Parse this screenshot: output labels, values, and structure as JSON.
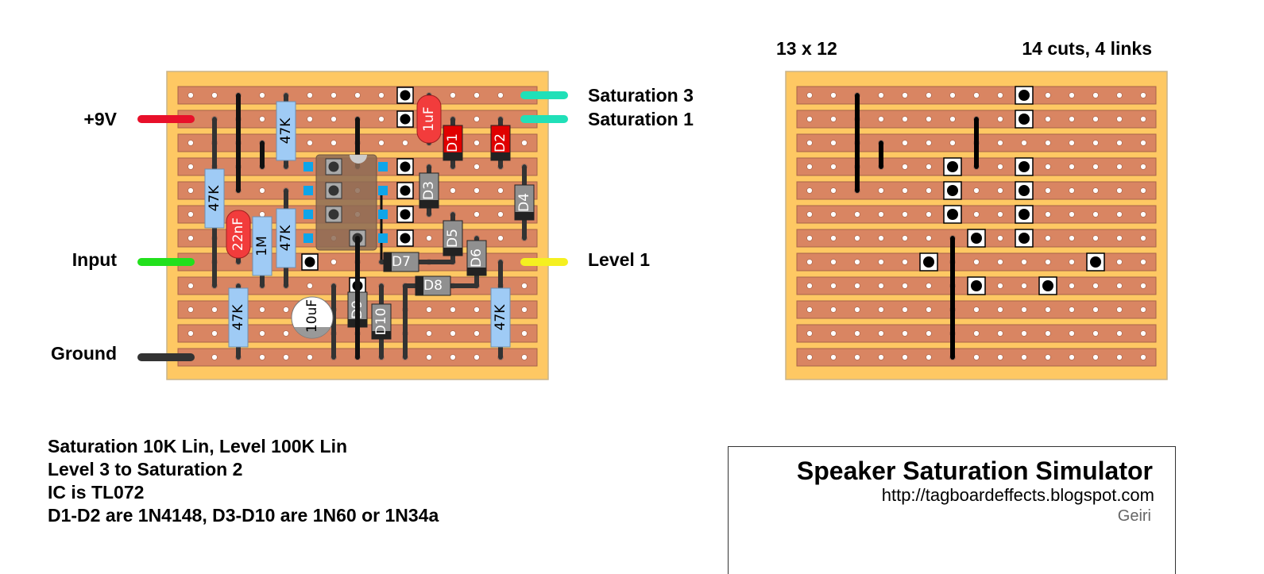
{
  "project": {
    "title": "Speaker Saturation Simulator",
    "url": "http://tagboardeffects.blogspot.com",
    "author": "Geiri"
  },
  "board_info": {
    "size": "13 x 12",
    "cuts_links": "14 cuts, 4 links"
  },
  "wires": {
    "left": [
      {
        "label": "+9V",
        "color": "#e8102a"
      },
      {
        "label": "Input",
        "color": "#22e01c"
      },
      {
        "label": "Ground",
        "color": "#333333"
      }
    ],
    "right": [
      {
        "label": "Saturation 3",
        "color": "#20e0b8"
      },
      {
        "label": "Saturation 1",
        "color": "#20e0b8"
      },
      {
        "label": "Level 1",
        "color": "#f5f020"
      }
    ]
  },
  "components": {
    "resistors": [
      "47K",
      "47K",
      "47K",
      "47K",
      "1M",
      "47K"
    ],
    "capacitors": [
      "1uF",
      "22nF",
      "10uF"
    ],
    "diodes": [
      "D1",
      "D2",
      "D3",
      "D4",
      "D5",
      "D6",
      "D7",
      "D8",
      "D9",
      "D10"
    ],
    "ic": "TL072"
  },
  "notes": [
    "Saturation 10K Lin, Level 100K Lin",
    "Level 3 to Saturation 2",
    "IC is TL072",
    "D1-D2 are 1N4148, D3-D10 are 1N60 or 1N34a"
  ],
  "colors": {
    "board": "#fec863",
    "strip": "#d98562",
    "resistor": "#9fcbf5",
    "film_cap": "#f23c3c",
    "diode_signal": "#e00000",
    "diode_germanium": "#909090",
    "ic": "#8d6b55",
    "ic_pad": "#0ea5e9"
  }
}
